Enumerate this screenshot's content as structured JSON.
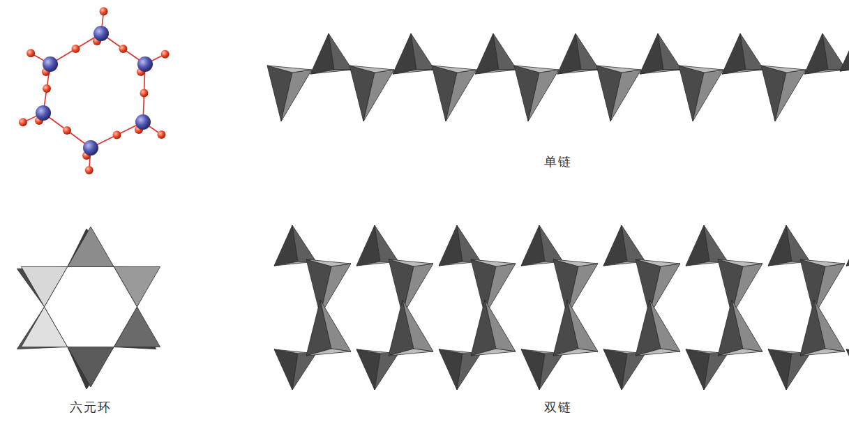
{
  "diagram": {
    "labels": [
      "单链",
      "六元环",
      "双链"
    ]
  }
}
